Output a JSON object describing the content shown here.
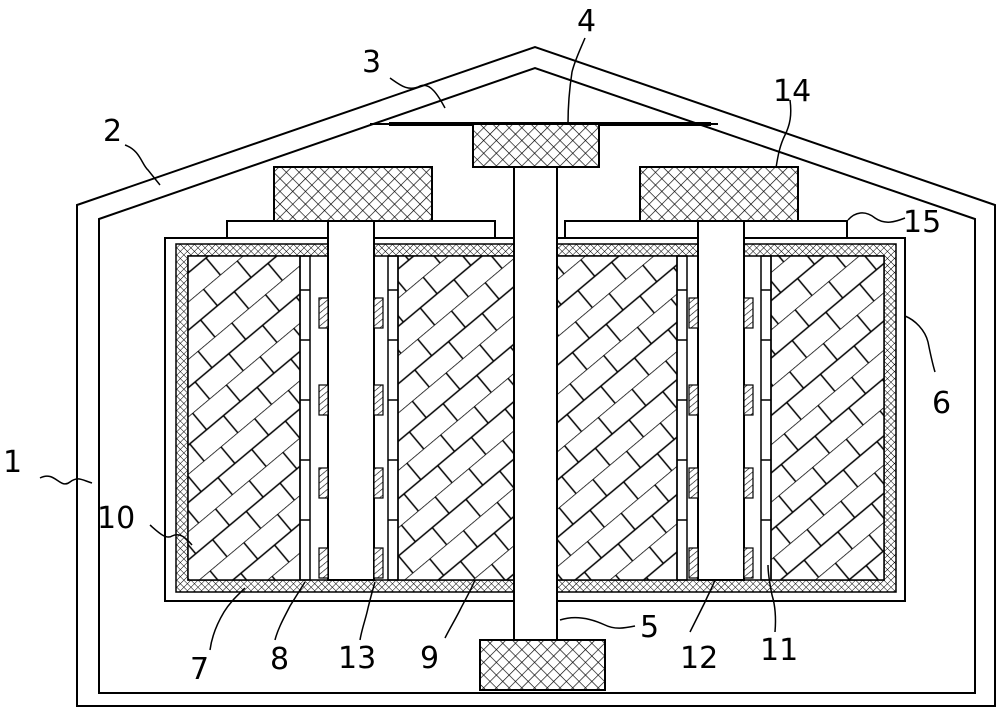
{
  "labels": {
    "l1": "1",
    "l2": "2",
    "l3": "3",
    "l4": "4",
    "l5": "5",
    "l6": "6",
    "l7": "7",
    "l8": "8",
    "l9": "9",
    "l10": "10",
    "l11": "11",
    "l12": "12",
    "l13": "13",
    "l14": "14",
    "l15": "15"
  },
  "colors": {
    "line": "#000000",
    "background": "#ffffff"
  }
}
